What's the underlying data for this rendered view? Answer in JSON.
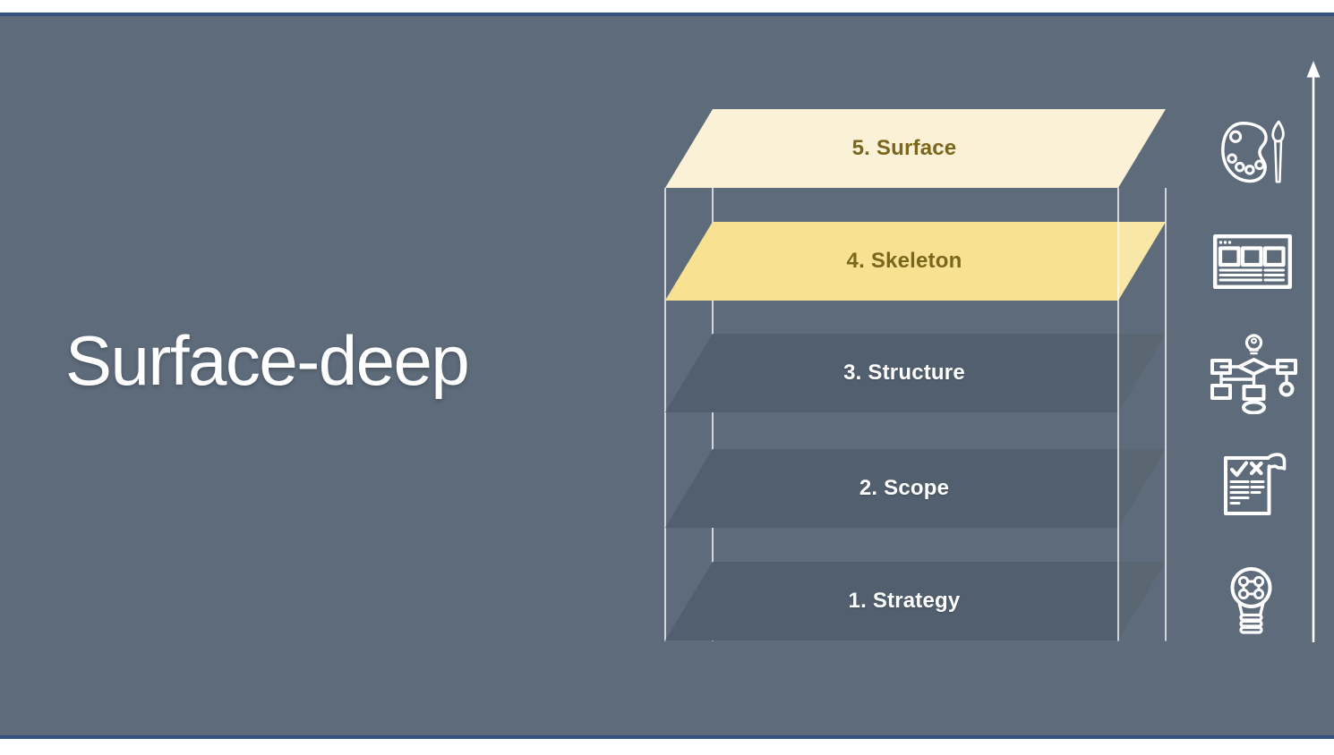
{
  "slide": {
    "title": "Surface-deep",
    "diagram": {
      "layers": [
        {
          "label": "5. Surface",
          "style": "cream",
          "fill": "#faf1d6",
          "text_color": "#7b661d"
        },
        {
          "label": "4. Skeleton",
          "style": "gold",
          "fill": "#f8e292",
          "text_color": "#7b661d"
        },
        {
          "label": "3. Structure",
          "style": "slate",
          "fill": "#515f6e",
          "text_color": "#ffffff"
        },
        {
          "label": "2. Scope",
          "style": "slate",
          "fill": "#515f6e",
          "text_color": "#ffffff"
        },
        {
          "label": "1. Strategy",
          "style": "slate",
          "fill": "#515f6e",
          "text_color": "#ffffff"
        }
      ],
      "arrow_direction": "up"
    },
    "icons": [
      "palette-brush-icon",
      "browser-wireframe-icon",
      "sitemap-flowchart-icon",
      "checklist-scroll-icon",
      "idea-lightbulb-icon"
    ],
    "colors": {
      "background": "#5d6b7a",
      "accent_rule": "#35517e",
      "surface_fill": "#faf1d6",
      "skeleton_fill": "#f8e292",
      "dark_layer_fill": "#515f6e",
      "olive_text": "#7b661d",
      "white": "#ffffff"
    }
  }
}
